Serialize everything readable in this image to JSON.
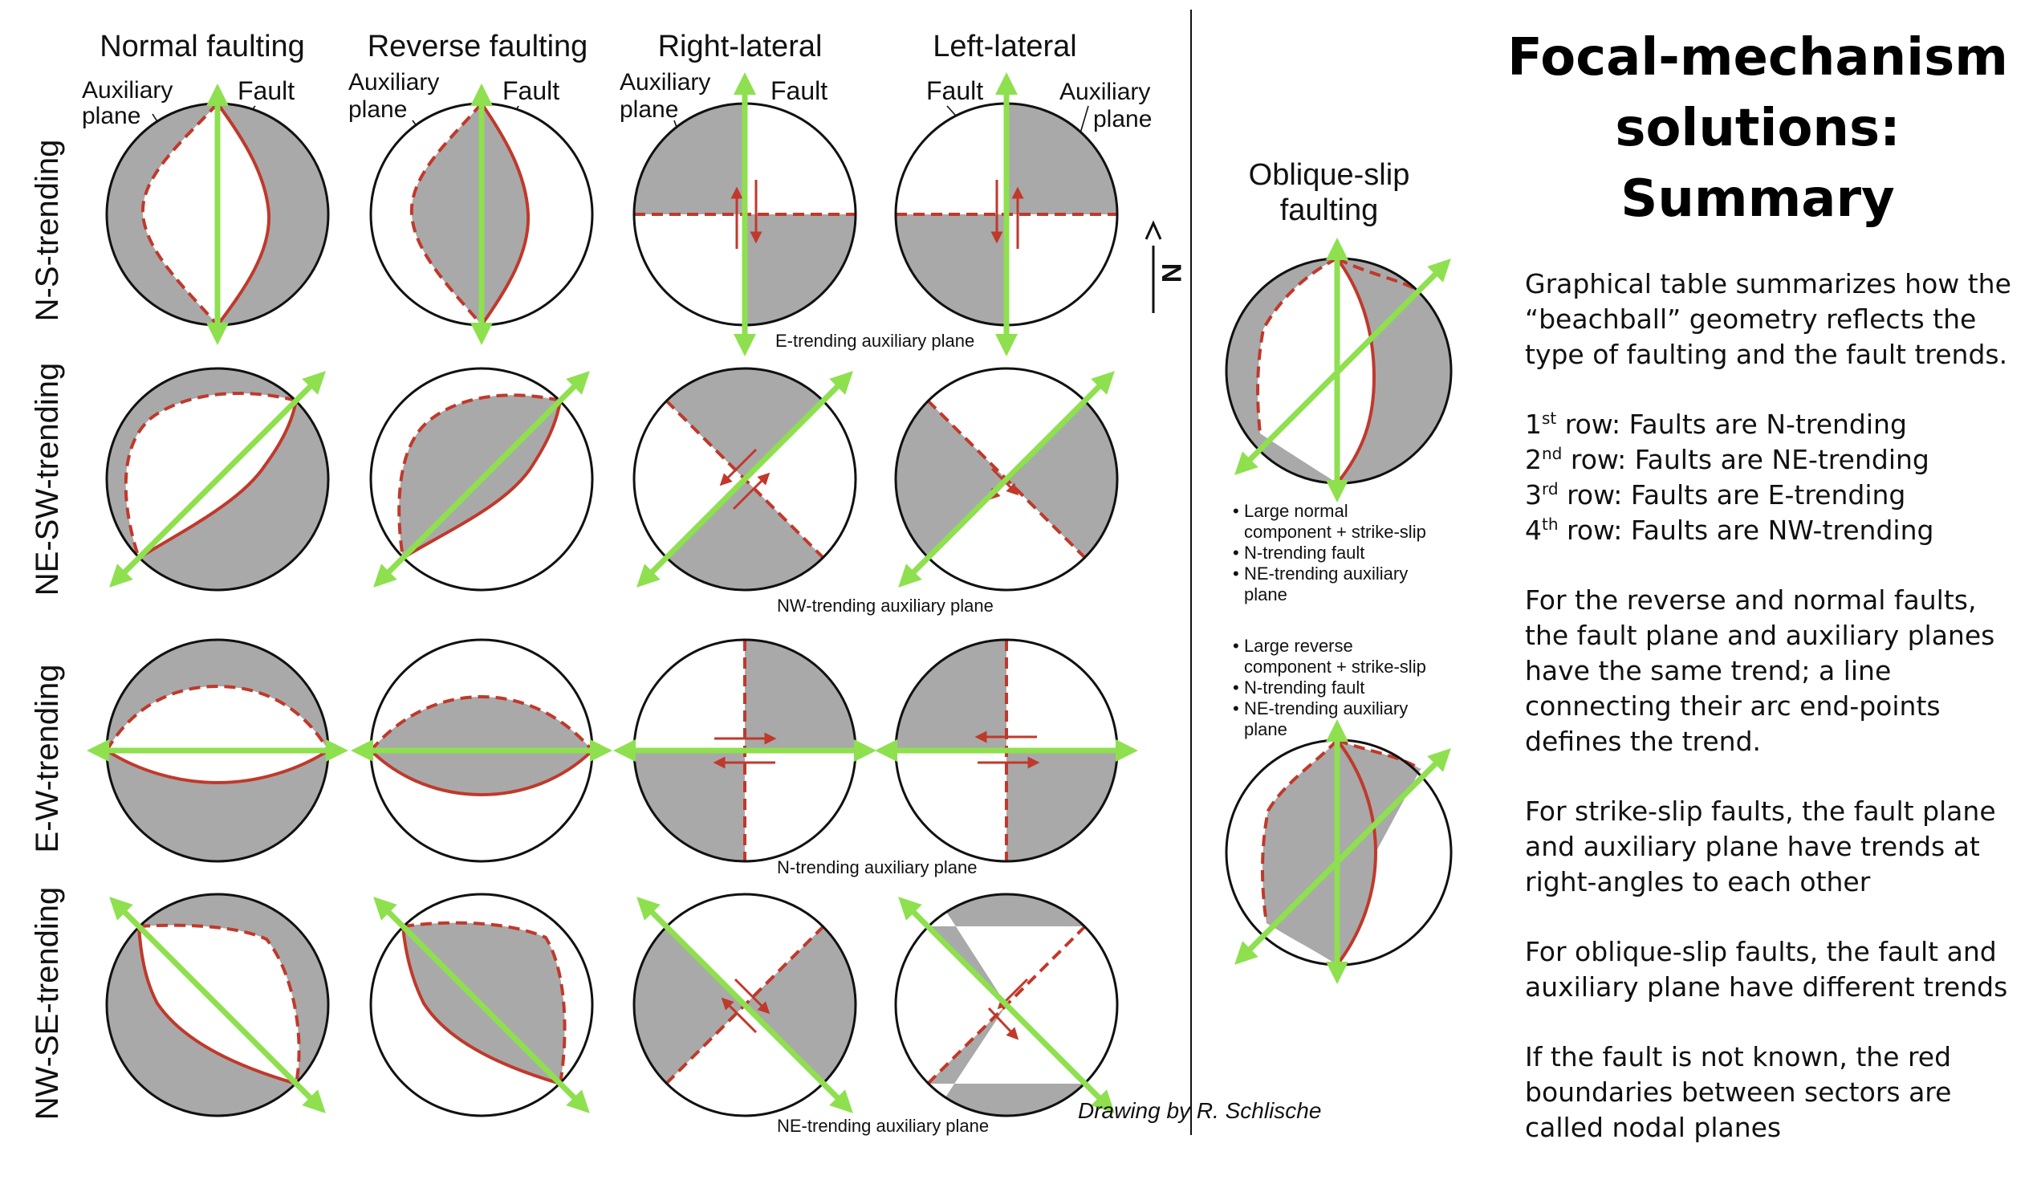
{
  "columns": [
    "Normal faulting",
    "Reverse faulting",
    "Right-lateral",
    "Left-lateral"
  ],
  "rows": [
    "N-S-trending",
    "NE-SW-trending",
    "E-W-trending",
    "NW-SE-trending"
  ],
  "callouts": {
    "normal_aux": "Auxiliary plane",
    "normal_fault": "Fault",
    "reverse_aux": "Auxiliary plane",
    "reverse_fault": "Fault",
    "right_aux": "Auxiliary plane",
    "right_fault": "Fault",
    "left_fault": "Fault",
    "left_aux": "Auxiliary plane"
  },
  "aux_notes": [
    "E-trending auxiliary plane",
    "NW-trending auxiliary plane",
    "N-trending auxiliary plane",
    "NE-trending auxiliary plane"
  ],
  "north_label": "N",
  "oblique": {
    "title_line1": "Oblique-slip",
    "title_line2": "faulting",
    "bullets_a": [
      "Large normal component + strike-slip",
      "N-trending fault",
      "NE-trending auxiliary plane"
    ],
    "bullets_b": [
      "Large reverse component + strike-slip",
      "N-trending fault",
      "NE-trending auxiliary plane"
    ]
  },
  "credit": "Drawing by R. Schlische",
  "summary": {
    "title_line1": "Focal-mechanism",
    "title_line2": "solutions: Summary",
    "intro": "Graphical table summarizes how the “beachball” geometry reflects the type of faulting and the fault trends.",
    "row_notes": [
      {
        "ordinal": "1",
        "suffix": "st",
        "text": " row: Faults are N-trending"
      },
      {
        "ordinal": "2",
        "suffix": "nd",
        "text": " row: Faults are NE-trending"
      },
      {
        "ordinal": "3",
        "suffix": "rd",
        "text": " row: Faults are E-trending"
      },
      {
        "ordinal": "4",
        "suffix": "th",
        "text": " row: Faults are NW-trending"
      }
    ],
    "reverse_normal": "For the reverse and normal faults, the fault plane and auxiliary planes have the same trend; a line connecting their arc end-points defines the trend.",
    "strike_slip": "For strike-slip faults, the fault plane and auxiliary plane have trends at right-angles to each other",
    "oblique_slip": "For oblique-slip faults, the fault and auxiliary plane have different trends",
    "nodal": "If the fault is not known, the red boundaries between sectors are called nodal planes"
  },
  "colors": {
    "compression": "#a9a9a9",
    "plane": "#c0392b",
    "arrow": "#8ee04f",
    "outline": "#111111"
  }
}
